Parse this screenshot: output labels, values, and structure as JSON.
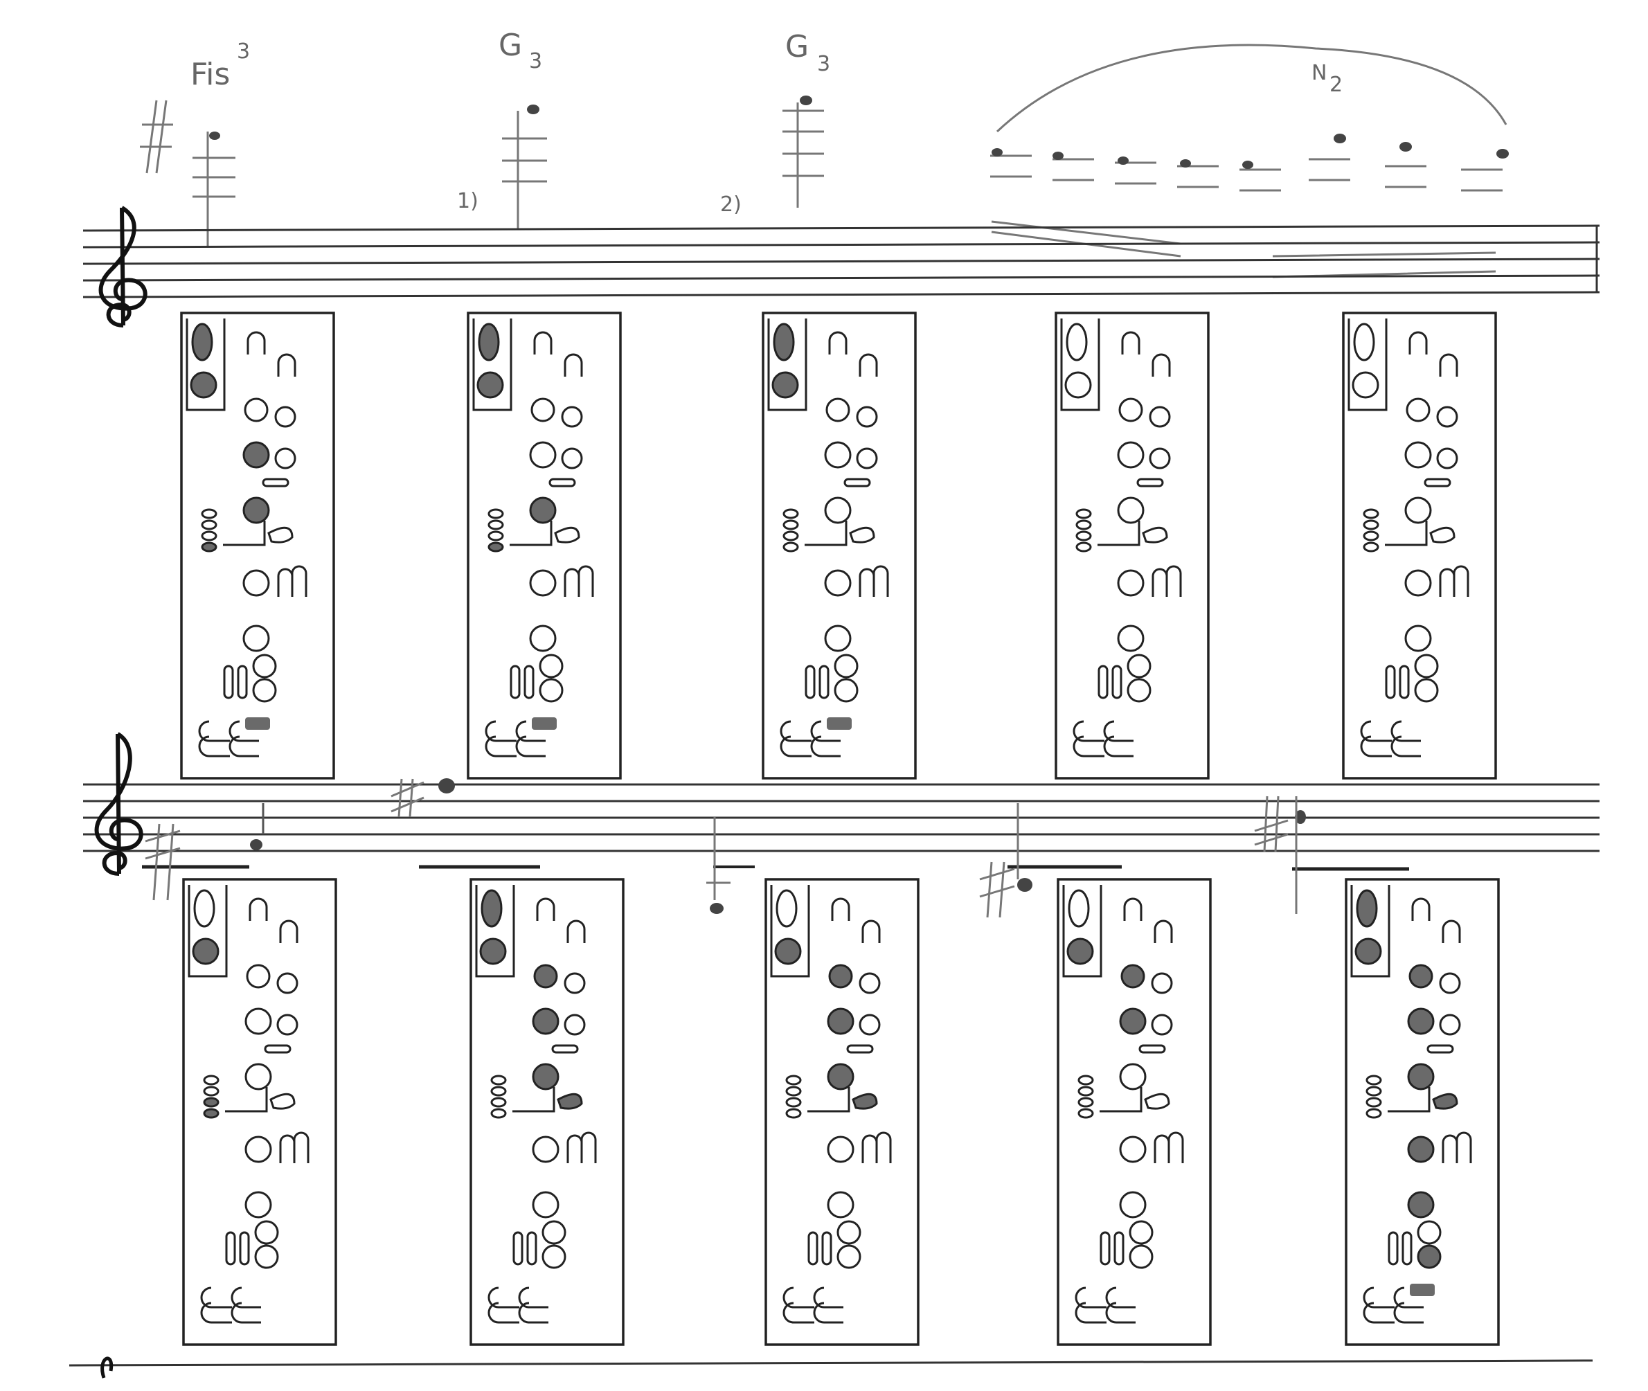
{
  "annotations": {
    "note_fis3": "Fis",
    "note_fis3_sup": "3",
    "note_g3_a": "G",
    "note_g3_a_sub": "3",
    "note_g3_b": "G",
    "note_g3_b_sub": "3",
    "note_n2": "N",
    "note_n2_sub": "2",
    "alt_1": "1)",
    "alt_2": "2)"
  },
  "colors": {
    "ink": "#222222",
    "pencil": "#777777",
    "closed_key": "#6a6a6a"
  },
  "fingerings": {
    "row1": [
      {
        "thumb_reed": true,
        "thumb": true,
        "h1": false,
        "h2": true,
        "h3": true,
        "side": [
          false,
          false,
          false,
          true
        ],
        "lh_low": false,
        "h4": false,
        "h5": false,
        "h6": false,
        "pinky_fill": true
      },
      {
        "thumb_reed": true,
        "thumb": true,
        "h1": false,
        "h2": false,
        "h3": true,
        "side": [
          false,
          false,
          false,
          true
        ],
        "lh_low": false,
        "h4": false,
        "h5": false,
        "h6": false,
        "pinky_fill": true
      },
      {
        "thumb_reed": true,
        "thumb": true,
        "h1": false,
        "h2": false,
        "h3": false,
        "side": [
          false,
          false,
          false,
          false
        ],
        "lh_low": false,
        "h4": false,
        "h5": false,
        "h6": false,
        "pinky_fill": true
      },
      {
        "thumb_reed": false,
        "thumb": false,
        "h1": false,
        "h2": false,
        "h3": false,
        "side": [
          false,
          false,
          false,
          false
        ],
        "lh_low": false,
        "h4": false,
        "h5": false,
        "h6": false,
        "pinky_fill": false
      },
      {
        "thumb_reed": false,
        "thumb": false,
        "h1": false,
        "h2": false,
        "h3": false,
        "side": [
          false,
          false,
          false,
          false
        ],
        "lh_low": false,
        "h4": false,
        "h5": false,
        "h6": false,
        "pinky_fill": false
      }
    ],
    "row2": [
      {
        "thumb_reed": false,
        "thumb": true,
        "h1": false,
        "h2": false,
        "h3": false,
        "side": [
          false,
          false,
          true,
          true
        ],
        "lh_low": false,
        "h4": false,
        "h5": false,
        "h6": false,
        "pinky_fill": false
      },
      {
        "thumb_reed": true,
        "thumb": true,
        "h1": true,
        "h2": true,
        "h3": true,
        "side": [
          false,
          false,
          false,
          false
        ],
        "lh_low": true,
        "h4": false,
        "h5": false,
        "h6": false,
        "pinky_fill": false
      },
      {
        "thumb_reed": false,
        "thumb": true,
        "h1": true,
        "h2": true,
        "h3": true,
        "side": [
          false,
          false,
          false,
          false
        ],
        "lh_low": true,
        "h4": false,
        "h5": false,
        "h6": false,
        "pinky_fill": false
      },
      {
        "thumb_reed": false,
        "thumb": true,
        "h1": true,
        "h2": true,
        "h3": false,
        "side": [
          false,
          false,
          false,
          false
        ],
        "lh_low": false,
        "h4": false,
        "h5": false,
        "h6": false,
        "pinky_fill": false
      },
      {
        "thumb_reed": true,
        "thumb": true,
        "h1": true,
        "h2": true,
        "h3": true,
        "side": [
          false,
          false,
          false,
          false
        ],
        "lh_low": true,
        "h4": true,
        "h5": true,
        "h6": true,
        "pinky_fill": true
      }
    ]
  }
}
